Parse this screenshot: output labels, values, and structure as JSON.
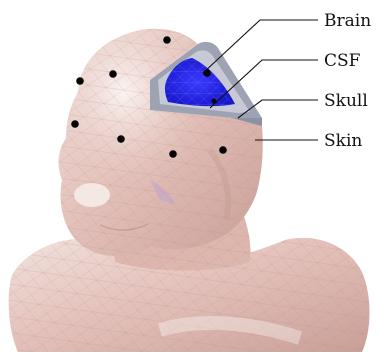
{
  "labels": {
    "brain": "Brain",
    "csf": "CSF",
    "skull": "Skull",
    "skin": "Skin"
  },
  "colors": {
    "background": "#ffffff",
    "skin": "#e7c9c3",
    "skin_shadow": "#caa39b",
    "skin_highlight": "#f6ecea",
    "skull": "#9ea3b3",
    "csf": "#c7c9d6",
    "brain": "#2020e8",
    "electrode": "#050505",
    "leader_line": "#111111"
  },
  "electrode_count": 9
}
